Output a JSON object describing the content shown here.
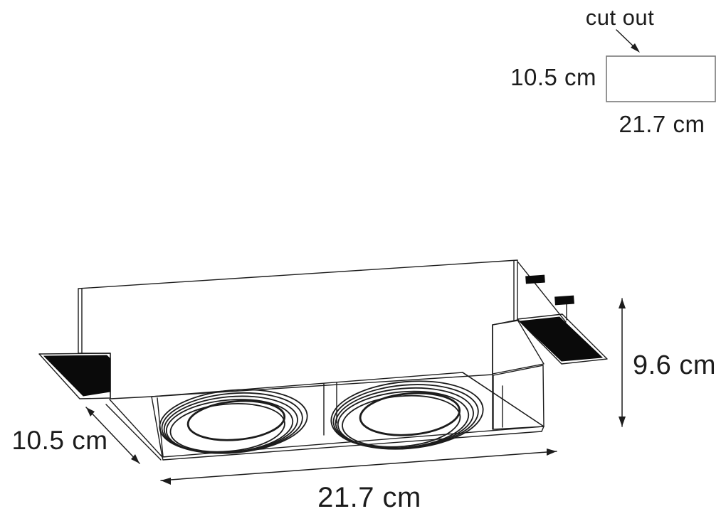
{
  "page": {
    "background": "#ffffff"
  },
  "cutout_panel": {
    "title": "cut out",
    "height_label": "10.5 cm",
    "width_label": "21.7 cm",
    "rect_border_color": "#7a7a7a"
  },
  "fixture_diagram": {
    "depth_label": "10.5 cm",
    "width_label": "21.7 cm",
    "height_label": "9.6 cm",
    "line_color": "#1c1c1c",
    "flange_fill_color": "#0a0a0a",
    "lamp_count": 2
  }
}
